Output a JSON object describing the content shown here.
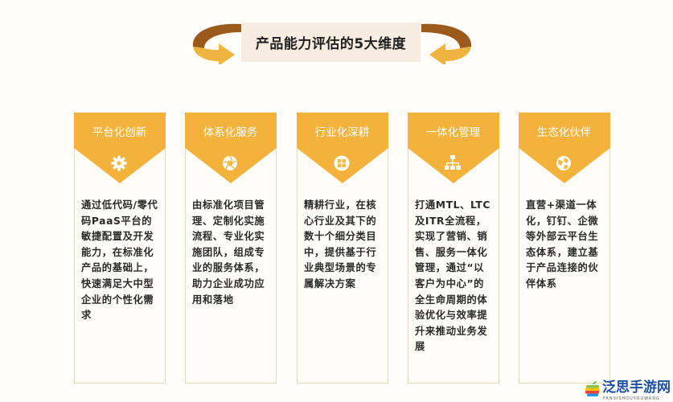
{
  "title": "产品能力评估的5大维度",
  "accent_color": "#f3b23b",
  "cards": [
    {
      "title": "平台化创新",
      "icon": "gear-icon",
      "description": "通过低代码/零代码PaaS平台的敏捷配置及开发能力，在标准化产品的基础上，快速满足大中型企业的个性化需求"
    },
    {
      "title": "体系化服务",
      "icon": "aperture-icon",
      "description": "由标准化项目管理、定制化实施流程、专业化实施团队，组成专业的服务体系，助力企业成功应用和落地"
    },
    {
      "title": "行业化深耕",
      "icon": "windows-icon",
      "description": "精耕行业，在核心行业及其下的数十个细分类目中，提供基于行业典型场景的专属解决方案"
    },
    {
      "title": "一体化管理",
      "icon": "org-chart-icon",
      "description": "打通MTL、LTC及ITR全流程，实现了营销、销售、服务一体化管理，通过“以客户为中心”的全生命周期的体验优化与效率提升来推动业务发展"
    },
    {
      "title": "生态化伙伴",
      "icon": "globe-icon",
      "description": "直营+渠道一体化，钉钉、企微等外部云平台生态体系，建立基于产品连接的伙伴体系"
    }
  ],
  "watermark": {
    "name": "泛思手游网",
    "subtitle": "FANSISHOUYOUWANG"
  }
}
